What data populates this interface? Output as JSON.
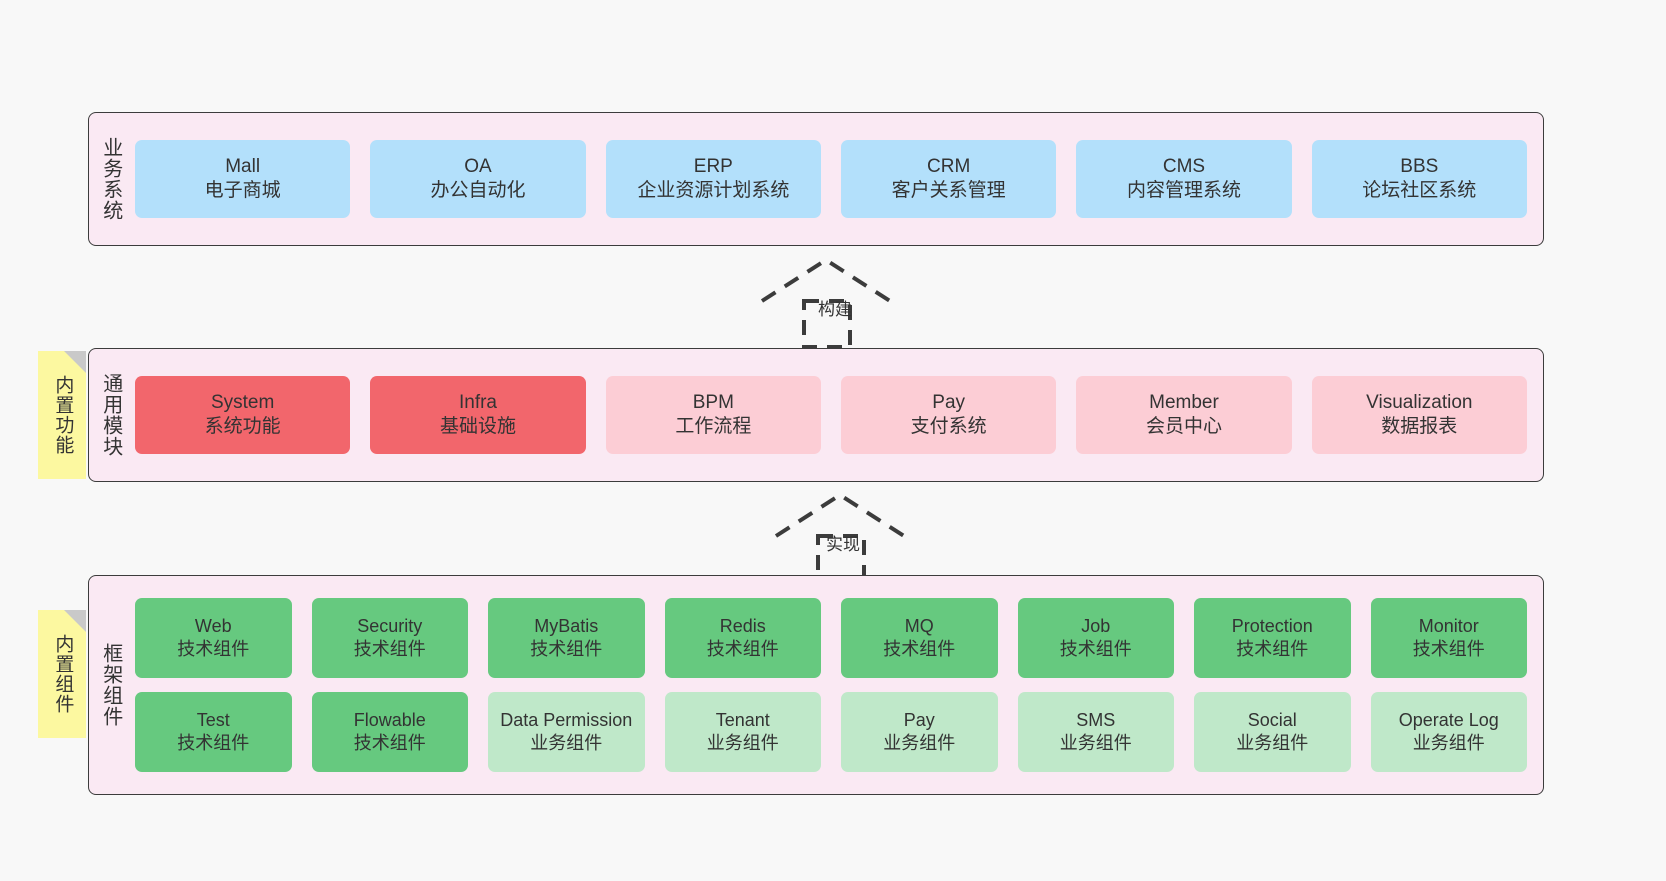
{
  "diagram": {
    "title": "",
    "background": "#f8f8f8",
    "colors": {
      "panel_fill": "#fae9f3",
      "panel_border": "#3c3c3c",
      "business_cell": "#b3e0fb",
      "common_core_cell": "#f2666c",
      "common_cell": "#fccdd5",
      "tech_cell": "#66c97f",
      "biz_component_cell": "#bfe8c9",
      "note_fill": "#fcf8a0",
      "note_fold": "#c9c9c9",
      "text": "#333333"
    }
  },
  "layers": {
    "business": {
      "title": "业务系统",
      "rows": [
        [
          {
            "title": "Mall",
            "sub": "电子商城",
            "color": "c-blue"
          },
          {
            "title": "OA",
            "sub": "办公自动化",
            "color": "c-blue"
          },
          {
            "title": "ERP",
            "sub": "企业资源计划系统",
            "color": "c-blue"
          },
          {
            "title": "CRM",
            "sub": "客户关系管理",
            "color": "c-blue"
          },
          {
            "title": "CMS",
            "sub": "内容管理系统",
            "color": "c-blue"
          },
          {
            "title": "BBS",
            "sub": "论坛社区系统",
            "color": "c-blue"
          }
        ]
      ]
    },
    "common": {
      "title": "通用模块",
      "rows": [
        [
          {
            "title": "System",
            "sub": "系统功能",
            "color": "c-red"
          },
          {
            "title": "Infra",
            "sub": "基础设施",
            "color": "c-red"
          },
          {
            "title": "BPM",
            "sub": "工作流程",
            "color": "c-pink"
          },
          {
            "title": "Pay",
            "sub": "支付系统",
            "color": "c-pink"
          },
          {
            "title": "Member",
            "sub": "会员中心",
            "color": "c-pink"
          },
          {
            "title": "Visualization",
            "sub": "数据报表",
            "color": "c-pink"
          }
        ]
      ]
    },
    "framework": {
      "title": "框架组件",
      "rows": [
        [
          {
            "title": "Web",
            "sub": "技术组件",
            "color": "c-green"
          },
          {
            "title": "Security",
            "sub": "技术组件",
            "color": "c-green"
          },
          {
            "title": "MyBatis",
            "sub": "技术组件",
            "color": "c-green"
          },
          {
            "title": "Redis",
            "sub": "技术组件",
            "color": "c-green"
          },
          {
            "title": "MQ",
            "sub": "技术组件",
            "color": "c-green"
          },
          {
            "title": "Job",
            "sub": "技术组件",
            "color": "c-green"
          },
          {
            "title": "Protection",
            "sub": "技术组件",
            "color": "c-green"
          },
          {
            "title": "Monitor",
            "sub": "技术组件",
            "color": "c-green"
          }
        ],
        [
          {
            "title": "Test",
            "sub": "技术组件",
            "color": "c-green"
          },
          {
            "title": "Flowable",
            "sub": "技术组件",
            "color": "c-green"
          },
          {
            "title": "Data Permission",
            "sub": "业务组件",
            "color": "c-lightgreen"
          },
          {
            "title": "Tenant",
            "sub": "业务组件",
            "color": "c-lightgreen"
          },
          {
            "title": "Pay",
            "sub": "业务组件",
            "color": "c-lightgreen"
          },
          {
            "title": "SMS",
            "sub": "业务组件",
            "color": "c-lightgreen"
          },
          {
            "title": "Social",
            "sub": "业务组件",
            "color": "c-lightgreen"
          },
          {
            "title": "Operate Log",
            "sub": "业务组件",
            "color": "c-lightgreen"
          }
        ]
      ]
    }
  },
  "notes": [
    {
      "label": "内置功能"
    },
    {
      "label": "内置组件"
    }
  ],
  "arrows": [
    {
      "label": "构建",
      "from": "通用模块",
      "to": "业务系统"
    },
    {
      "label": "实现",
      "from": "框架组件",
      "to": "通用模块"
    }
  ]
}
